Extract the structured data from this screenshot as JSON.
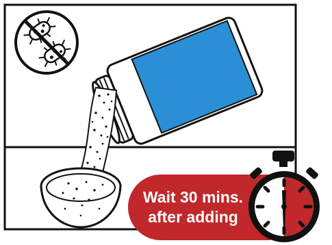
{
  "badge": {
    "line1": "Wait 30 mins.",
    "line2": "after adding",
    "color": "#c0282b"
  },
  "icons": {
    "no_bacteria": "no-bacteria-icon",
    "jar": "supplement-jar-icon",
    "bowl": "bowl-icon",
    "timer": "stopwatch-icon"
  },
  "colors": {
    "jar_label": "#2a8fd6",
    "timer_hand": "#c0282b",
    "outline": "#111111"
  },
  "timer": {
    "fraction_elapsed": 0.5
  }
}
